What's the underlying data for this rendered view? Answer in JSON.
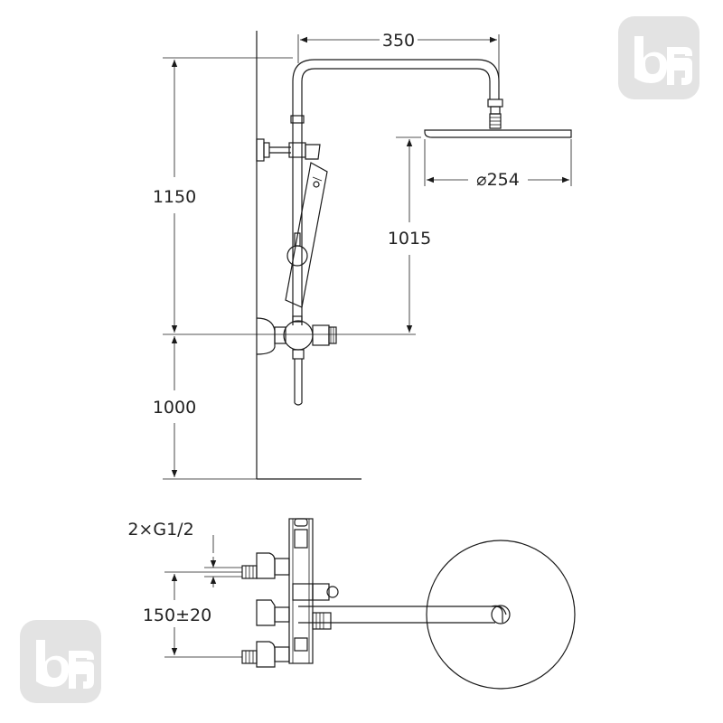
{
  "dimensions": {
    "arm_reach": "350",
    "head_diameter": "⌀254",
    "total_height": "1150",
    "head_to_mixer": "1015",
    "mixer_height": "1000",
    "inlet_thread": "2×G1/2",
    "inlet_spacing": "150±20"
  },
  "colors": {
    "line": "#1a1a1a",
    "text": "#222222",
    "logo_tile": "#e3e3e3"
  },
  "icons": {
    "watermark": "brand-logo-icon"
  }
}
